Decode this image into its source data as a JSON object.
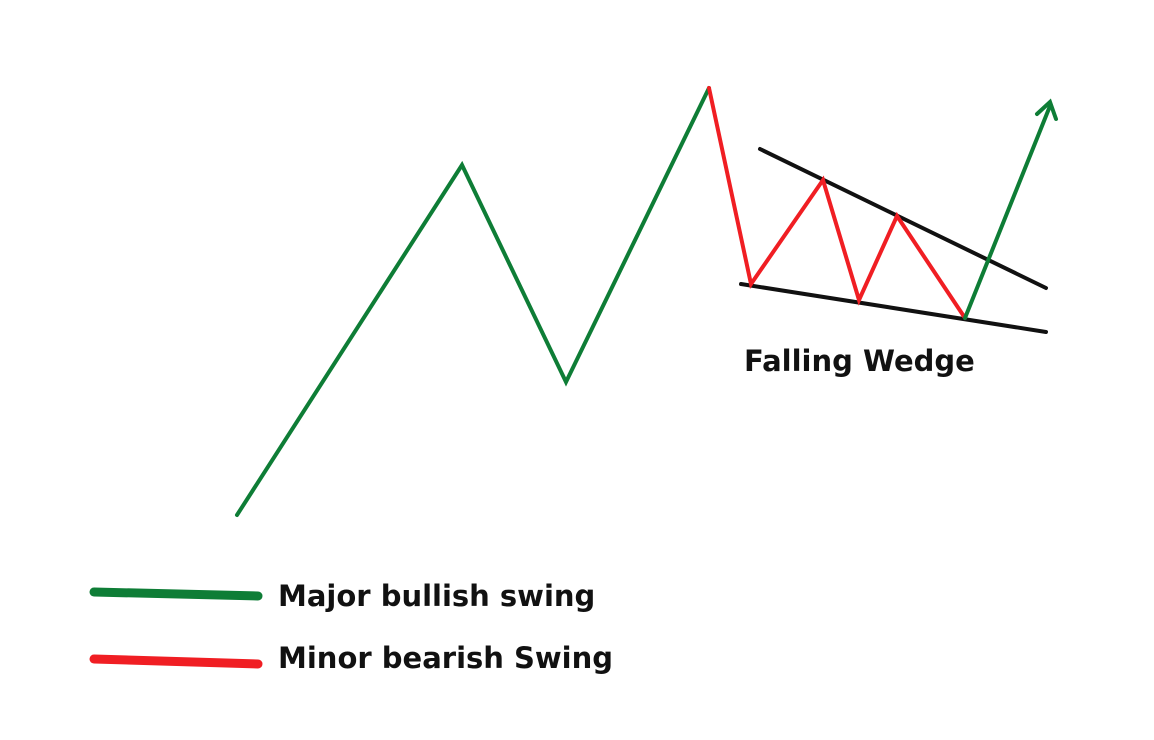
{
  "colors": {
    "bullish": "#0e7d36",
    "bearish": "#f01e23",
    "trendline": "#111111",
    "background": "#ffffff"
  },
  "pattern": {
    "label": "Falling Wedge"
  },
  "legend": {
    "items": [
      {
        "key": "bullish",
        "label": "Major bullish swing"
      },
      {
        "key": "bearish",
        "label": "Minor bearish Swing"
      }
    ]
  }
}
